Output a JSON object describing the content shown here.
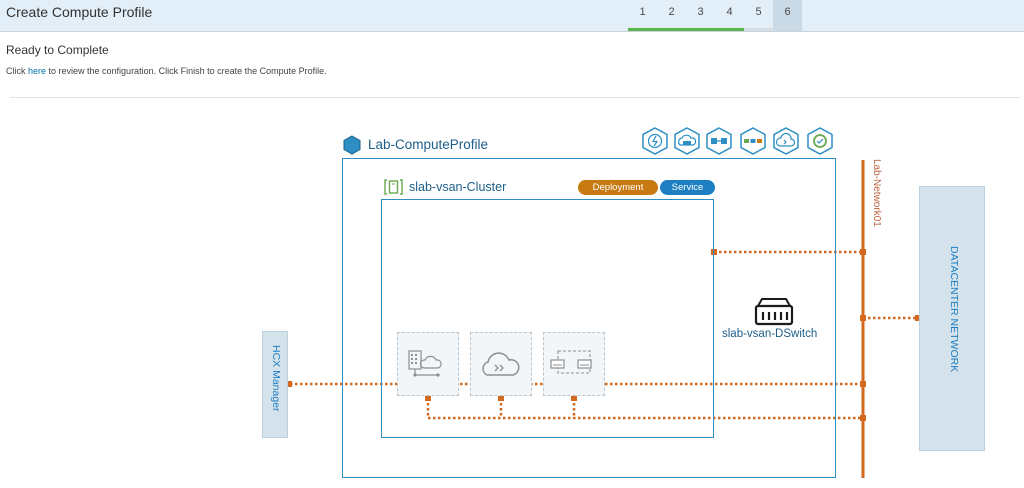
{
  "header": {
    "title": "Create Compute Profile",
    "steps": [
      "1",
      "2",
      "3",
      "4",
      "5",
      "6"
    ]
  },
  "section": {
    "title": "Ready to Complete",
    "desc_prefix": "Click ",
    "desc_link": "here",
    "desc_suffix": " to review the configuration. Click Finish to create the Compute Profile."
  },
  "diagram": {
    "profile_name": "Lab-ComputeProfile",
    "cluster_name": "slab-vsan-Cluster",
    "badges": {
      "deployment": "Deployment",
      "service": "Service"
    },
    "hcx_manager": "HCX Manager",
    "network": "Lab-Network01",
    "datacenter_network": "DATACENTER NETWORK",
    "dswitch": "slab-vsan-DSwitch",
    "colors": {
      "accent": "#2d8ec4",
      "network_line": "#d2691e",
      "deployment": "#c77a12",
      "service": "#1d7fc1",
      "step_done": "#5bb74b"
    },
    "service_icons": [
      "interconnect-service-icon",
      "network-extension-icon",
      "wan-optimization-icon",
      "bulk-migration-icon",
      "vmotion-migration-icon",
      "disaster-recovery-icon"
    ]
  }
}
